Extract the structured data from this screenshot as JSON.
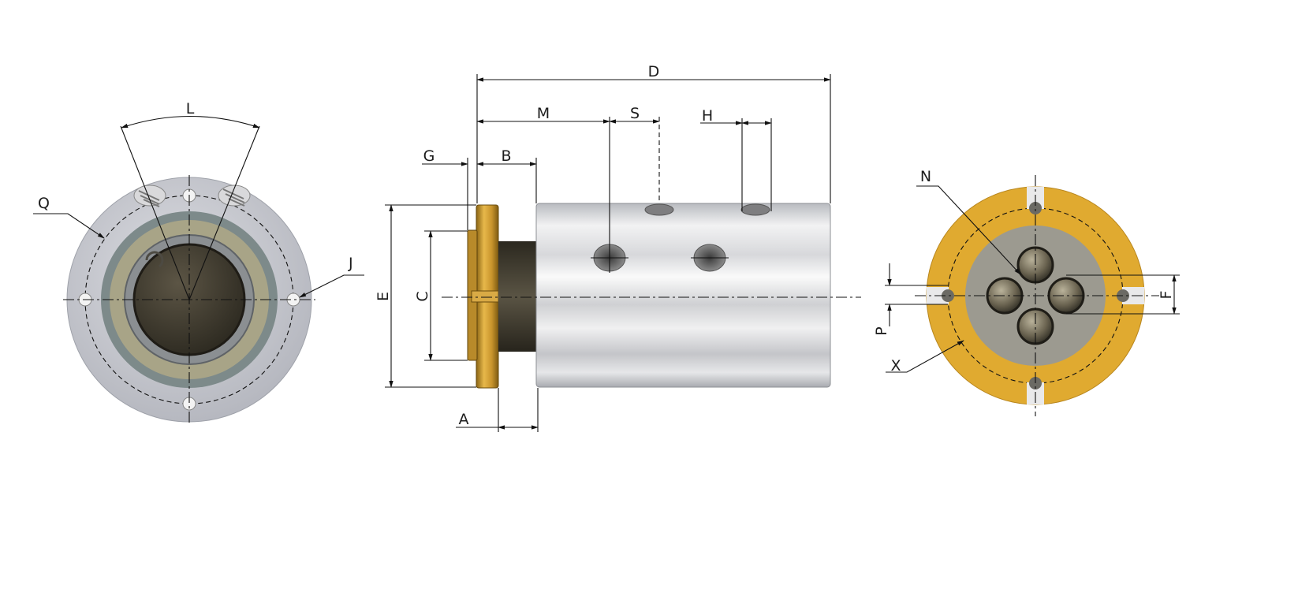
{
  "dimensions": {
    "front_view": {
      "L": "L",
      "Q": "Q",
      "J": "J"
    },
    "side_view": {
      "D": "D",
      "M": "M",
      "S": "S",
      "H": "H",
      "G": "G",
      "B": "B",
      "E": "E",
      "C": "C",
      "A": "A"
    },
    "rear_view": {
      "N": "N",
      "P": "P",
      "F": "F",
      "X": "X"
    }
  },
  "colors": {
    "front_flange": "#c9cbd1",
    "body_silver": "#d9d9dc",
    "brass_flange": "#d4a238",
    "rear_face": "#e0aa30",
    "rear_inner": "#9c9a90",
    "dark_core": "#3f3a31"
  }
}
